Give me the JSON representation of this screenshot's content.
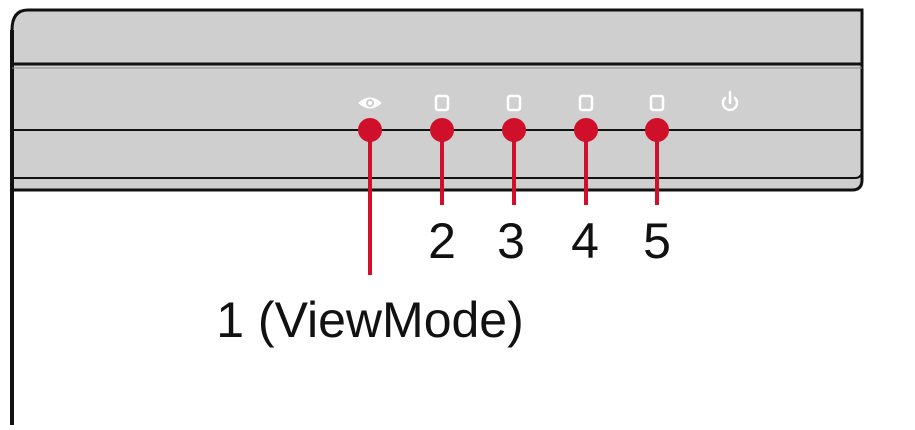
{
  "diagram": {
    "colors": {
      "bezel_fill": "#cfcfcf",
      "outline": "#111111",
      "icon": "#ffffff",
      "callout": "#d0102b",
      "label": "#111111"
    },
    "buttons": [
      {
        "id": 1,
        "icon": "eye-icon",
        "label": "1 (ViewMode)",
        "callout": true
      },
      {
        "id": 2,
        "icon": "square-icon",
        "label": "2",
        "callout": true
      },
      {
        "id": 3,
        "icon": "square-icon",
        "label": "3",
        "callout": true
      },
      {
        "id": 4,
        "icon": "square-icon",
        "label": "4",
        "callout": true
      },
      {
        "id": 5,
        "icon": "square-icon",
        "label": "5",
        "callout": true
      },
      {
        "id": 6,
        "icon": "power-icon",
        "label": "",
        "callout": false
      }
    ]
  }
}
